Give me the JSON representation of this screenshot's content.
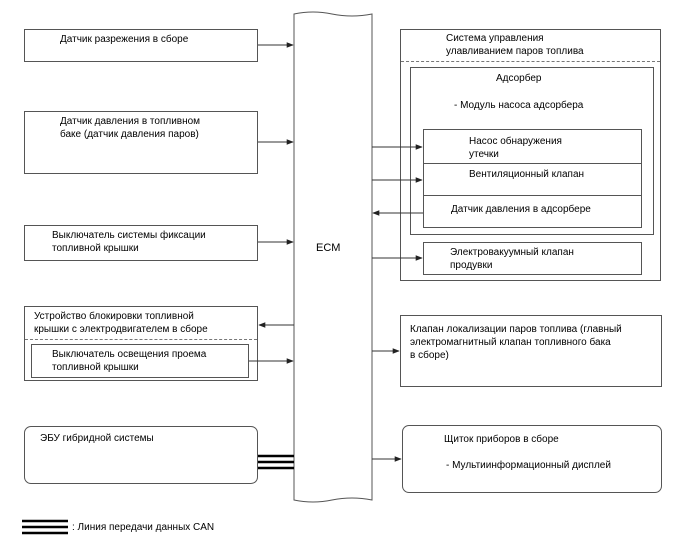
{
  "ecm": {
    "label": "ECM"
  },
  "left": {
    "vacuum_sensor": "Датчик разрежения в сборе",
    "tank_pressure_sensor": "Датчик давления в топливном\nбаке (датчик давления паров)",
    "cap_lock_switch": "Выключатель системы фиксации\nтопливной крышки",
    "lid_lock_motor": "Устройство блокировки топливной\nкрышки с электродвигателем в сборе",
    "lid_light_switch": "Выключатель освещения проема\nтопливной крышки",
    "hybrid_ecu": "ЭБУ гибридной системы"
  },
  "right": {
    "evap_system_title": "Система управления\nулавливанием паров топлива",
    "canister_title": "Адсорбер",
    "pump_module": "- Модуль насоса адсорбера",
    "leak_pump": "Насос обнаружения\nутечки",
    "vent_valve": "Вентиляционный клапан",
    "canister_pressure_sensor": "Датчик давления в адсорбере",
    "purge_vsv": "Электровакуумный клапан\nпродувки",
    "vapor_valve": "Клапан локализации паров топлива (главный\nэлектромагнитный клапан топливного бака\nв сборе)",
    "cluster_title": "Щиток приборов в сборе",
    "multi_display": "- Мультиинформационный дисплей"
  },
  "legend": {
    "can_label": ": Линия передачи данных CAN"
  }
}
